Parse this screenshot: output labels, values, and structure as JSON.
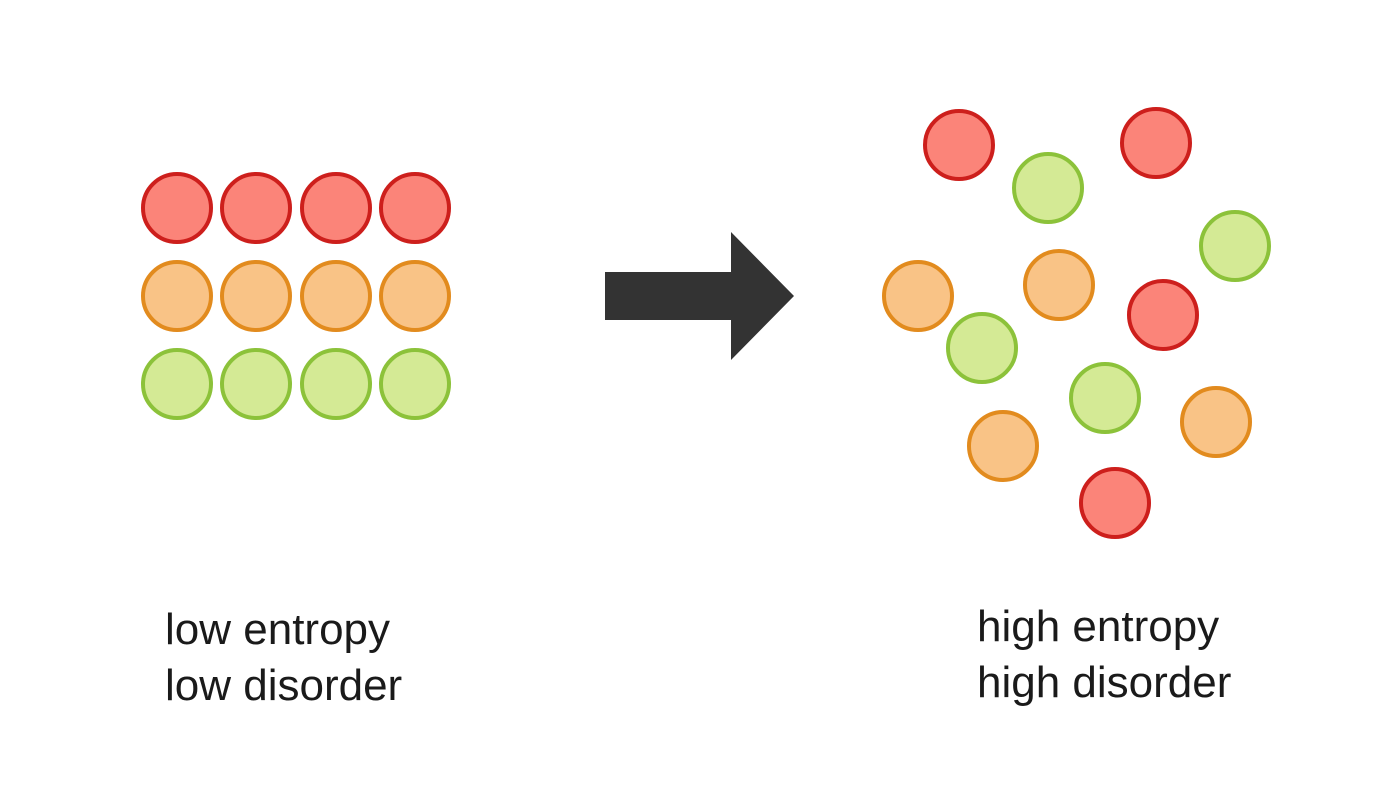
{
  "colors": {
    "red": {
      "fill": "#fb8479",
      "stroke": "#cd1f1c"
    },
    "orange": {
      "fill": "#f9c386",
      "stroke": "#e28b1e"
    },
    "green": {
      "fill": "#d4ea95",
      "stroke": "#8cc23a"
    },
    "arrow": "#333333"
  },
  "left_panel": {
    "grid_rows": [
      "red",
      "orange",
      "green"
    ],
    "per_row": 4,
    "caption": {
      "line1": "low entropy",
      "line2": "low disorder"
    }
  },
  "right_panel": {
    "particles": [
      "red",
      "red",
      "green",
      "green",
      "orange",
      "orange",
      "red",
      "green",
      "green",
      "orange",
      "orange",
      "red"
    ],
    "caption": {
      "line1": "high entropy",
      "line2": "high disorder"
    }
  },
  "transition_arrow": {
    "icon": "right-arrow-icon"
  }
}
